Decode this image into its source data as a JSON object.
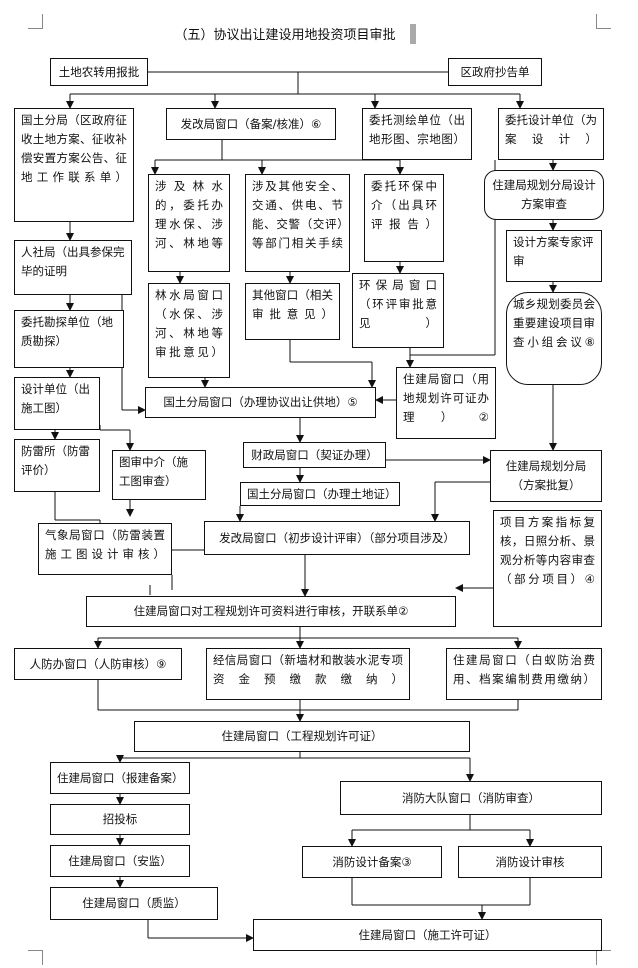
{
  "title": "（五）协议出让建设用地投资项目审批",
  "nodes": {
    "n1": "土地农转用报批",
    "n2": "区政府抄告单",
    "n3": "国土分局（区政府征收土地方案、征收补偿安置方案公告、征地工作联系单）",
    "n4": "发改局窗口（备案/核准）⑥",
    "n5": "委托测绘单位（出地形图、宗地图）",
    "n6": "委托设计单位（为案设计）",
    "n7": "涉及林水的，委托办理水保、涉河、林地等",
    "n8": "涉及其他安全、交通、供电、节能、交警（交评）等部门相关手续",
    "n9": "委托环保中介（出具环评报告）",
    "n10": "住建局规划分局设计方案审查",
    "n11": "人社局（出具参保完毕的证明",
    "n12": "设计方案专家评审",
    "n13": "林水局窗口（水保、涉河、林地等审批意见）",
    "n14": "其他窗口（相关审批意见）",
    "n15": "环保局窗口（环评审批意见）",
    "n16": "城乡规划委员会重要建设项目审查小组会议⑧",
    "n17": "委托勘探单位（地质勘探）",
    "n18": "设计单位（出施工图）",
    "n19": "国土分局窗口（办理协议出让供地）⑤",
    "n20": "住建局窗口（用地规划许可证办理）②",
    "n21": "防雷所（防雷评价）",
    "n22": "图审中介（施工图审查）",
    "n23": "财政局窗口（契证办理）",
    "n24": "住建局规划分局（方案批复）",
    "n25": "国土分局窗口（办理土地证）",
    "n26": "气象局窗口（防雷装置施工图设计审核）",
    "n27": "发改局窗口（初步设计评审）（部分项目涉及）",
    "n28": "项目方案指标复核，日照分析、景观分析等内容审查（部分项目）④",
    "n29": "住建局窗口对工程规划许可资料进行审核，开联系单②",
    "n30": "人防办窗口（人防审核）⑨",
    "n31": "经信局窗口（新墙材和散装水泥专项资金预缴款缴纳）",
    "n32": "住建局窗口（白蚁防治费用、档案编制费用缴纳）",
    "n33": "住建局窗口（工程规划许可证）",
    "n34": "住建局窗口（报建备案）",
    "n35": "消防大队窗口（消防审查）",
    "n36": "招投标",
    "n37": "住建局窗口（安监）",
    "n38": "消防设计备案③",
    "n39": "消防设计审核",
    "n40": "住建局窗口（质监）",
    "n41": "住建局窗口（施工许可证）"
  }
}
